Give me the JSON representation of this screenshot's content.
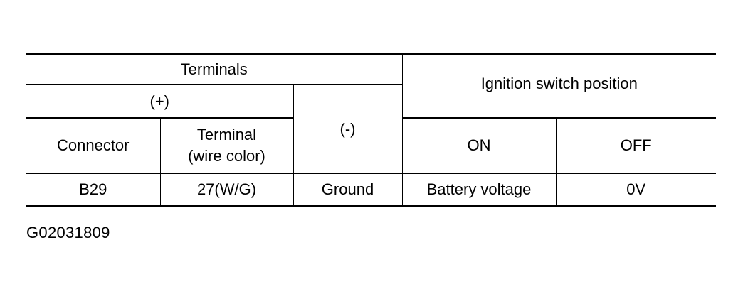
{
  "table": {
    "terminals_header": "Terminals",
    "plus_header": "(+)",
    "minus_header": "(-)",
    "ignition_header": "Ignition switch position",
    "connector_header": "Connector",
    "terminal_header_line1": "Terminal",
    "terminal_header_line2": "(wire color)",
    "on_header": "ON",
    "off_header": "OFF",
    "rows": [
      {
        "connector": "B29",
        "terminal": "27(W/G)",
        "minus": "Ground",
        "on": "Battery voltage",
        "off": "0V"
      }
    ]
  },
  "figure_id": "G02031809"
}
